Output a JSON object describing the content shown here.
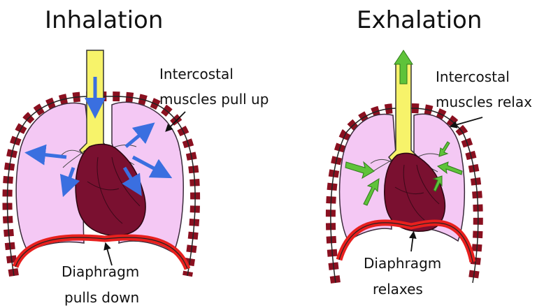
{
  "inhalation": {
    "title": "Inhalation",
    "intercostal_line1": "Intercostal",
    "intercostal_line2": "muscles pull up",
    "diaphragm_line1": "Diaphragm",
    "diaphragm_line2": "pulls down",
    "arrow_color": "#3a6fe0"
  },
  "exhalation": {
    "title": "Exhalation",
    "intercostal_line1": "Intercostal",
    "intercostal_line2": "muscles relax",
    "diaphragm_line1": "Diaphragm",
    "diaphragm_line2": "relaxes",
    "arrow_color": "#5fc33a"
  },
  "colors": {
    "lung": "#f4c8f4",
    "lung_outline": "#3a2a3a",
    "trachea": "#f7f36a",
    "heart": "#7a1030",
    "diaphragm": "#e8201e",
    "rib": "#8a1020"
  }
}
